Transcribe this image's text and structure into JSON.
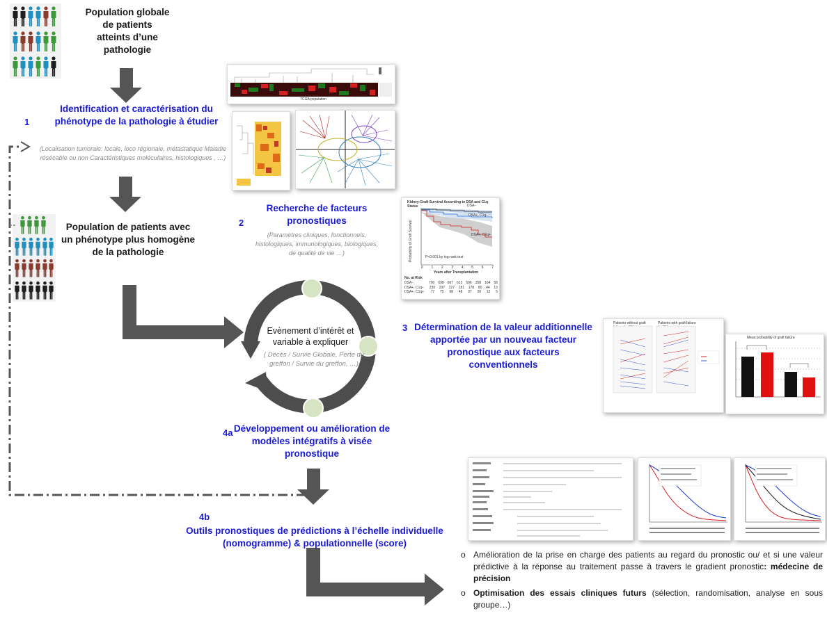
{
  "population_global": "Population globale de patients atteints d’une pathologie",
  "step1": {
    "number": "1",
    "title": "Identification et caractérisation du phénotype de la pathologie à étudier",
    "details": "(Localisation tumorale: locale, loco régionale, métastatique Maladie résécable ou non Caractéristiques moléculaires, histologiques , …)"
  },
  "population_homogene": "Population de patients avec un phénotype plus homogène de la pathologie",
  "step2": {
    "number": "2",
    "title": "Recherche de facteurs pronostiques",
    "details": "(Paramètres cliniques, fonctionnels, histologiques, immunologiques, biologiques, de qualité de vie …)"
  },
  "cycle": {
    "title": "Evènement d’intérêt et variable à expliquer",
    "details": "( Décès / Survie Globale, Perte du greffon / Survie du greffon, …)"
  },
  "step3": {
    "number": "3",
    "title": "Détermination de la valeur additionnelle apportée par un nouveau facteur pronostique aux facteurs conventionnels"
  },
  "step4a": {
    "number": "4a",
    "title": "Développement ou amélioration de modèles intégratifs à visée pronostique"
  },
  "step4b": {
    "number": "4b",
    "title": "Outils pronostiques de prédictions à l’échelle individuelle (nomogramme) & populationnelle (score)"
  },
  "outcomes": [
    {
      "plain_before": "Amélioration de la prise en charge des patients au regard du pronostic ou/ et si une valeur prédictive à la réponse au traitement passe à travers le gradient pronostic",
      "bold": ": médecine de précision",
      "plain_after": ""
    },
    {
      "plain_before": "",
      "bold": "Optimisation des essais cliniques futurs",
      "plain_after": " (sélection, randomisation, analyse en sous groupe…)"
    }
  ],
  "thumbnails": {
    "heatmap_caption": "TCGA population",
    "km_title": "Kidney-Graft Survival According to DSA and C1q Status",
    "km_ylabel": "Probability of Graft Survival",
    "km_xlabel": "Years after Transplantation",
    "km_pvalue": "P<0.001 by log-rank test",
    "km_series": [
      "DSA−",
      "DSA+, C1q−",
      "DSA+, C1q+"
    ],
    "km_risk_header": "No. at Risk",
    "km_risk_rows": [
      {
        "label": "DSA−",
        "values": [
          "700",
          "698",
          "667",
          "612",
          "506",
          "358",
          "164",
          "58"
        ]
      },
      {
        "label": "DSA+, C1q−",
        "values": [
          "239",
          "237",
          "227",
          "181",
          "178",
          "80",
          "44",
          "13"
        ]
      },
      {
        "label": "DSA+, C1q+",
        "values": [
          "77",
          "75",
          "68",
          "48",
          "37",
          "20",
          "12",
          "5"
        ]
      }
    ],
    "km_xticks": [
      "0",
      "1",
      "2",
      "3",
      "4",
      "5",
      "6",
      "7"
    ],
    "slope_left_title": "Patients without graft failure (n=53)",
    "slope_right_title": "Patients with graft failure (n=51)",
    "bar_title": "Mean probability of graft failure"
  },
  "colors": {
    "blue_title": "#1a1ad6",
    "arrow": "#555555",
    "cycle": "#4d4d4d",
    "node": "#d6e4c4",
    "person_black": "#1e1e1e",
    "person_teal": "#1f8fbf",
    "person_brown": "#8b3a2e",
    "person_green": "#3c9a3c"
  }
}
